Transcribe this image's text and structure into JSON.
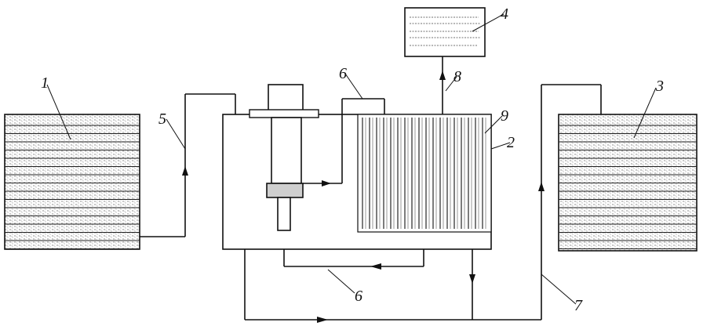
{
  "labels": {
    "l1": "1",
    "l2": "2",
    "l3": "3",
    "l4": "4",
    "l5": "5",
    "l6a": "6",
    "l6b": "6",
    "l7": "7",
    "l8": "8",
    "l9": "9"
  }
}
